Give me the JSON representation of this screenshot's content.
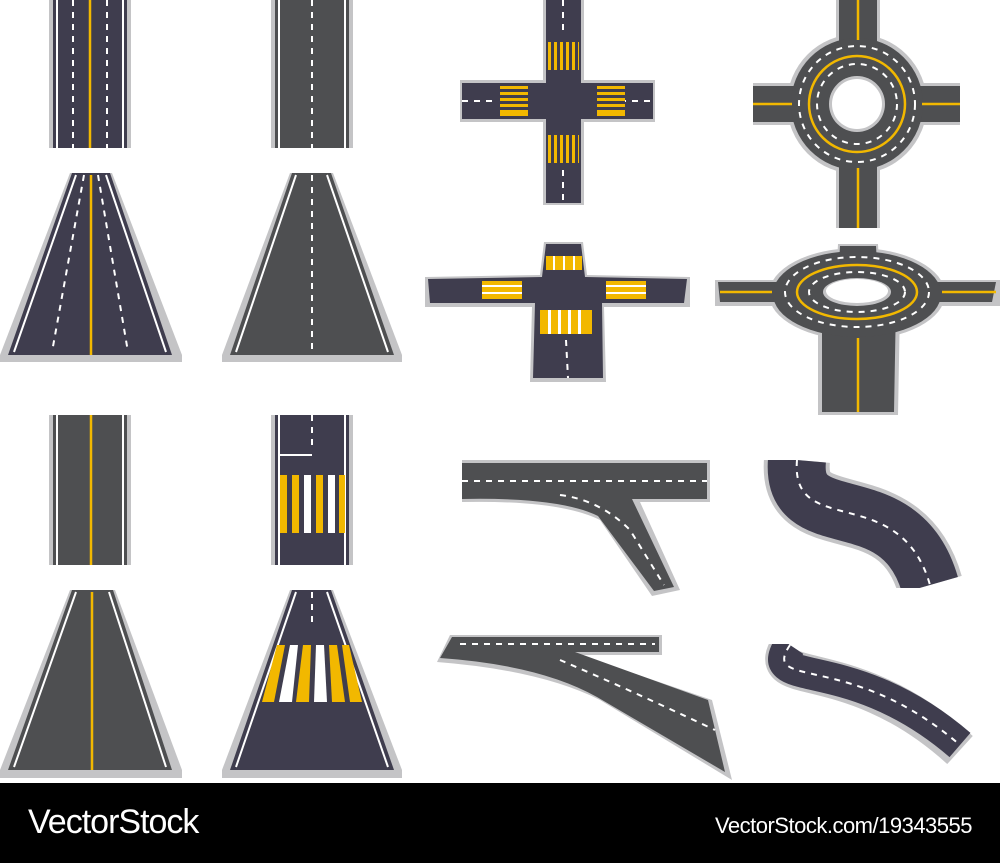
{
  "footer": {
    "logo": "VectorStock",
    "url": "VectorStock.com/19343555"
  },
  "colors": {
    "asphalt_dark": "#3f3d4e",
    "asphalt_grey": "#4e4f51",
    "curb": "#b9b9bb",
    "line_white": "#ffffff",
    "line_yellow": "#f2b800",
    "footer_bg": "#000000"
  },
  "pieces": [
    "straight-road-dark-topdown",
    "straight-road-grey-topdown",
    "straight-road-dark-perspective",
    "straight-road-grey-perspective",
    "straight-road-yellow-topdown",
    "crosswalk-road-topdown",
    "straight-road-yellow-perspective",
    "crosswalk-road-perspective",
    "crossroad-topdown",
    "crossroad-perspective",
    "roundabout-topdown",
    "roundabout-perspective",
    "fork-topdown",
    "fork-perspective",
    "s-curve-topdown",
    "s-curve-perspective"
  ]
}
